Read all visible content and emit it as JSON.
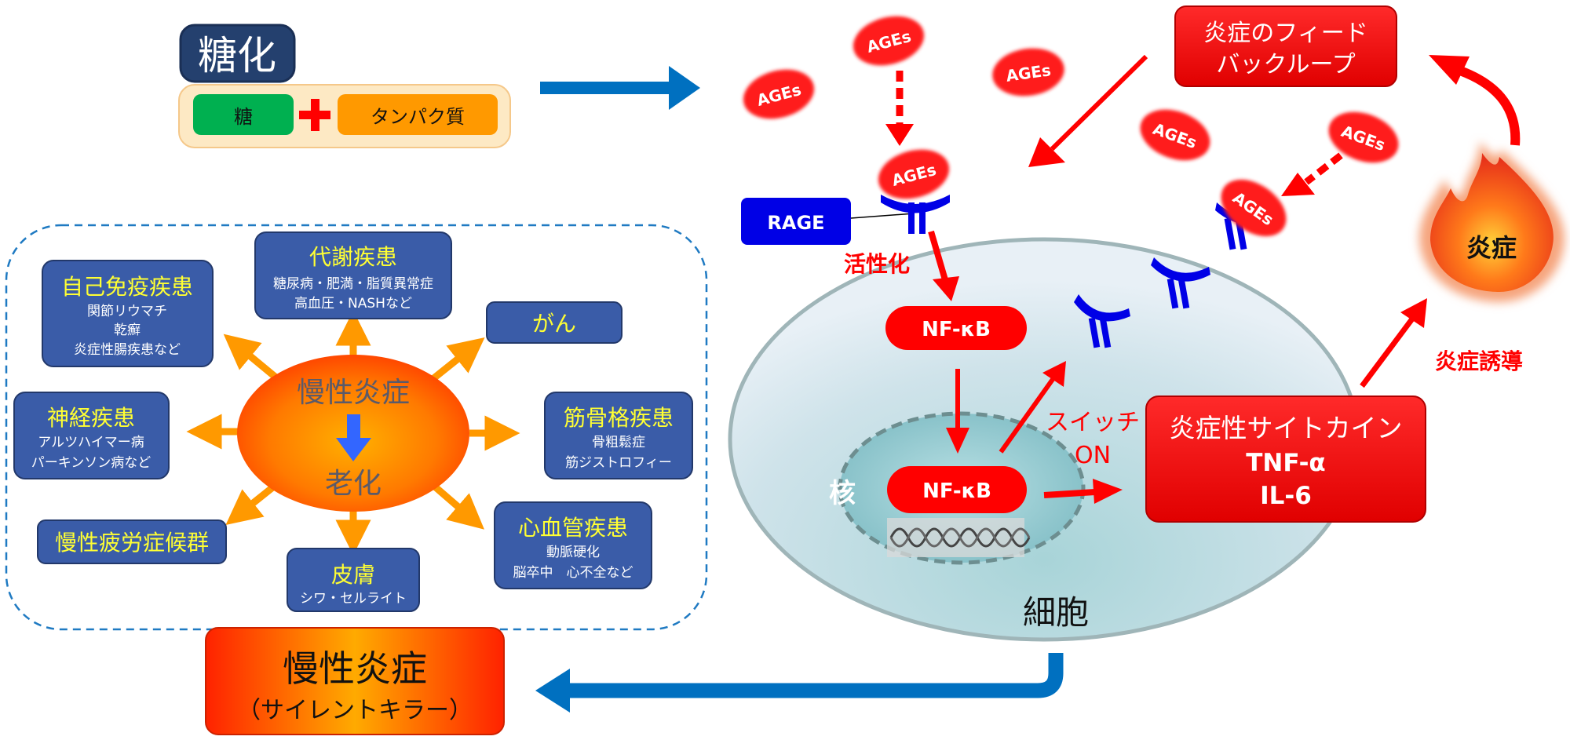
{
  "glycation": {
    "title": "糖化",
    "sugar": "糖",
    "plus": "+",
    "protein": "タンパク質"
  },
  "ages_label": "AGEs",
  "rage_label": "RAGE",
  "feedback_box": {
    "line1": "炎症のフィード",
    "line2": "バックループ"
  },
  "fire_label": "炎症",
  "activation_label": "活性化",
  "nfkb_label": "NF-κB",
  "nucleus_label": "核",
  "switch_label": {
    "line1": "スイッチ",
    "line2": "ON"
  },
  "cytokine_box": {
    "line1": "炎症性サイトカイン",
    "line2": "TNF-α",
    "line3": "IL-6"
  },
  "induction_label": "炎症誘導",
  "cell_label": "細胞",
  "center_oval": {
    "top": "慢性炎症",
    "bottom": "老化"
  },
  "diseases": [
    {
      "title": "自己免疫疾患",
      "lines": [
        "関節リウマチ",
        "乾癬",
        "炎症性腸疾患など"
      ]
    },
    {
      "title": "代謝疾患",
      "lines": [
        "糖尿病・肥満・脂質異常症",
        "高血圧・NASHなど"
      ]
    },
    {
      "title": "がん",
      "lines": []
    },
    {
      "title": "神経疾患",
      "lines": [
        "アルツハイマー病",
        "パーキンソン病など"
      ]
    },
    {
      "title": "筋骨格疾患",
      "lines": [
        "骨粗鬆症",
        "筋ジストロフィー"
      ]
    },
    {
      "title": "慢性疲労症候群",
      "lines": []
    },
    {
      "title": "皮膚",
      "lines": [
        "シワ・セルライト"
      ]
    },
    {
      "title": "心血管疾患",
      "lines": [
        "動脈硬化",
        "脳卒中　心不全など"
      ]
    }
  ],
  "chronic_box": {
    "line1": "慢性炎症",
    "line2": "（サイレントキラー）"
  },
  "colors": {
    "red": "#ff0000",
    "blue_arrow": "#0070c0",
    "navy": "#2c4a8c",
    "disease_box": "#3a5ca8",
    "yellow_text": "#ffff33",
    "orange_arrow": "#ff9900",
    "rage_blue": "#0000e6",
    "green": "#00b050",
    "orange": "#ff9900"
  }
}
